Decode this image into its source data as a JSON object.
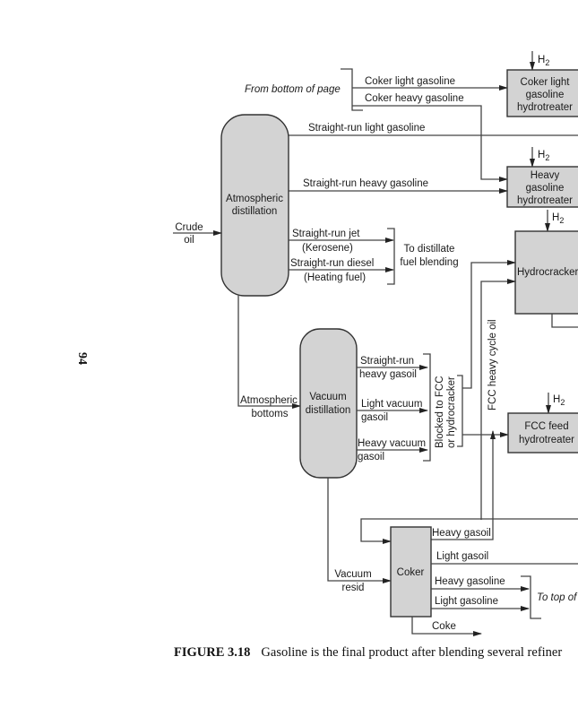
{
  "page": {
    "page_number": "94",
    "caption_label": "FIGURE 3.18",
    "caption_text": "Gasoline is the final product after blending several refiner"
  },
  "units": {
    "atmospheric": "Atmospheric distillation",
    "atmospheric_l1": "Atmospheric",
    "atmospheric_l2": "distillation",
    "vacuum_l1": "Vacuum",
    "vacuum_l2": "distillation",
    "coker": "Coker",
    "coker_lg_ht_l1": "Coker light",
    "coker_lg_ht_l2": "gasoline",
    "coker_lg_ht_l3": "hydrotreater",
    "heavy_ht_l1": "Heavy",
    "heavy_ht_l2": "gasoline",
    "heavy_ht_l3": "hydrotreater",
    "hydrocracker": "Hydrocracker",
    "fcc_ht_l1": "FCC feed",
    "fcc_ht_l2": "hydrotreater"
  },
  "streams": {
    "from_bottom": "From bottom of page",
    "coker_light_gasoline": "Coker light gasoline",
    "coker_heavy_gasoline": "Coker heavy gasoline",
    "sr_light_gasoline": "Straight-run light gasoline",
    "sr_heavy_gasoline": "Straight-run heavy gasoline",
    "crude_l1": "Crude",
    "crude_l2": "oil",
    "sr_jet_l1": "Straight-run jet",
    "sr_jet_l2": "(Kerosene)",
    "sr_diesel_l1": "Straight-run diesel",
    "sr_diesel_l2": "(Heating fuel)",
    "distillate_l1": "To distillate",
    "distillate_l2": "fuel blending",
    "atm_bottoms_l1": "Atmospheric",
    "atm_bottoms_l2": "bottoms",
    "sr_hgo_l1": "Straight-run",
    "sr_hgo_l2": "heavy gasoil",
    "lvgo_l1": "Light vacuum",
    "lvgo_l2": "gasoil",
    "hvgo_l1": "Heavy vacuum",
    "hvgo_l2": "gasoil",
    "blocked_l1": "Blocked to FCC",
    "blocked_l2": "or hydrocracker",
    "fcc_hco": "FCC heavy cycle oil",
    "h2": "H",
    "h2_sub": "2",
    "vac_resid_l1": "Vacuum",
    "vac_resid_l2": "resid",
    "heavy_gasoil": "Heavy gasoil",
    "light_gasoil": "Light gasoil",
    "heavy_gasoline": "Heavy gasoline",
    "light_gasoline": "Light gasoline",
    "to_top": "To top of",
    "coke": "Coke"
  }
}
